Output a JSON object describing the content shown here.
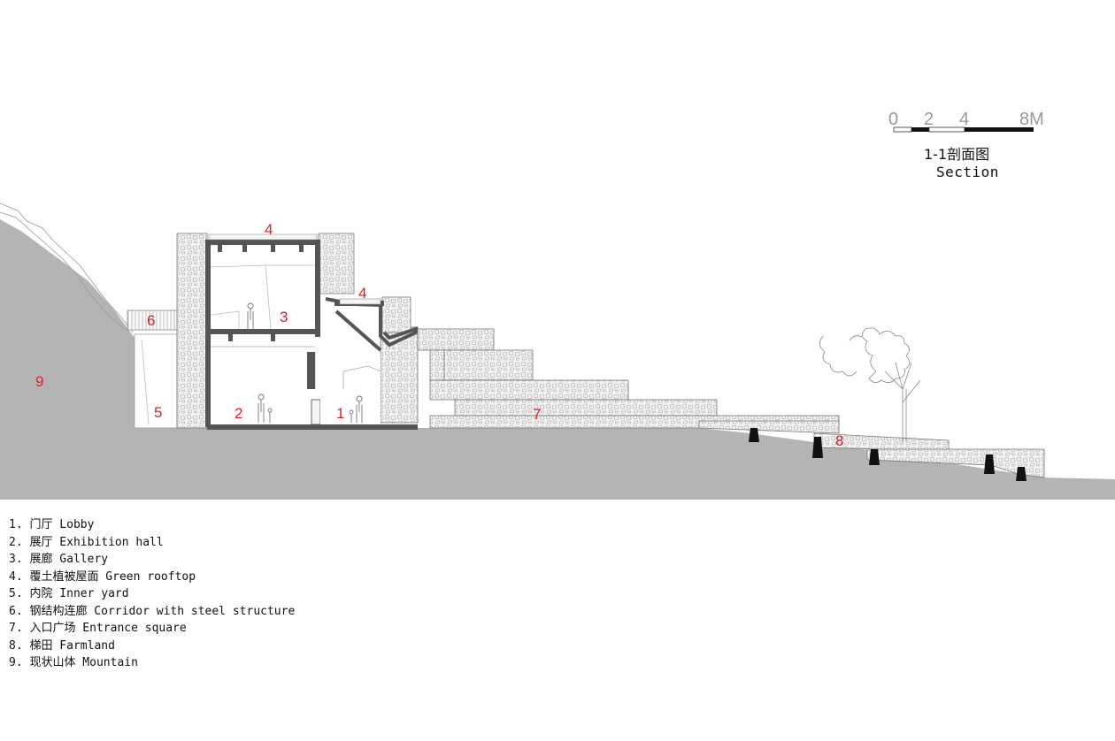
{
  "title": {
    "zh": "1-1剖面图",
    "en": "Section"
  },
  "scale_bar": {
    "labels": [
      "0",
      "2",
      "4",
      "8M"
    ]
  },
  "plan_labels": {
    "lobby": "1",
    "exhibition_hall": "2",
    "gallery": "3",
    "green_rooftop_top": "4",
    "green_rooftop_side": "4",
    "inner_yard": "5",
    "corridor": "6",
    "entrance_square": "7",
    "farmland": "8",
    "mountain": "9"
  },
  "legend": [
    "1. 门厅 Lobby",
    "2. 展厅 Exhibition hall",
    "3. 展廊 Gallery",
    "4. 覆土植被屋面 Green rooftop",
    "5. 内院 Inner yard",
    "6. 钢结构连廊 Corridor with steel structure",
    "7. 入口广场 Entrance square",
    "8. 梯田 Farmland",
    "9. 现状山体 Mountain"
  ],
  "colors": {
    "ground": "#b4b4b4",
    "structure": "#555555",
    "stone": "#f0f0f0",
    "label": "#e02020"
  }
}
